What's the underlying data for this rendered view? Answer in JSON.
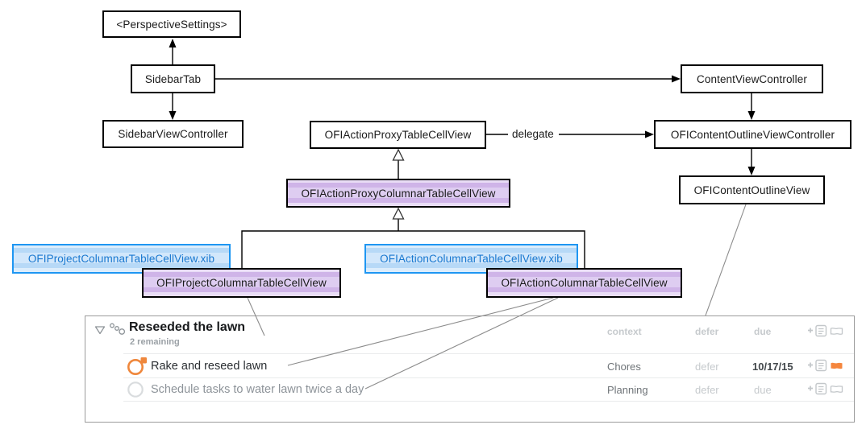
{
  "diagram": {
    "nodes": {
      "perspective_settings": "<PerspectiveSettings>",
      "sidebar_tab": "SidebarTab",
      "sidebar_view_controller": "SidebarViewController",
      "ofi_action_proxy_table_cell_view": "OFIActionProxyTableCellView",
      "content_view_controller": "ContentViewController",
      "ofi_content_outline_view_controller": "OFIContentOutlineViewController",
      "ofi_content_outline_view": "OFIContentOutlineView",
      "ofi_action_proxy_columnar_table_cell_view": "OFIActionProxyColumnarTableCellView",
      "ofi_project_columnar_table_cell_view_xib": "OFIProjectColumnarTableCellView.xib",
      "ofi_project_columnar_table_cell_view": "OFIProjectColumnarTableCellView",
      "ofi_action_columnar_table_cell_view_xib": "OFIActionColumnarTableCellView.xib",
      "ofi_action_columnar_table_cell_view": "OFIActionColumnarTableCellView"
    },
    "edge_label": "delegate",
    "colors": {
      "class_highlight_purple": "#cfb4e8",
      "xib_highlight_blue": "#b7d9f7",
      "xib_border_blue": "#1e96f2",
      "xib_text_blue": "#1878d0",
      "connector_gray": "#8c8c8c"
    },
    "icons": {
      "inheritance": "hollow-triangle-arrow",
      "reference": "filled-arrow"
    }
  },
  "tasklist": {
    "group": {
      "title": "Reseeded the lawn",
      "remaining": "2 remaining",
      "context_placeholder": "context",
      "defer_placeholder": "defer",
      "due_placeholder": "due"
    },
    "rows": [
      {
        "title": "Rake and reseed lawn",
        "context": "Chores",
        "defer": "defer",
        "due": "10/17/15",
        "flagged": true
      },
      {
        "title": "Schedule tasks to water lawn twice a day",
        "context": "Planning",
        "defer": "defer",
        "due": "due",
        "flagged": false
      }
    ],
    "icons": {
      "disclosure": "open-down-triangle",
      "group_type": "three-circles-chain",
      "status_active": "orange-ring-with-corner-square",
      "status_inactive": "gray-ring",
      "note": "plus-list",
      "flag": "flag"
    },
    "colors": {
      "flag_orange": "#f5863d",
      "active_circle_orange": "#ef873c",
      "placeholder_gray": "#c6cacd",
      "context_gray": "#6f7478"
    }
  }
}
